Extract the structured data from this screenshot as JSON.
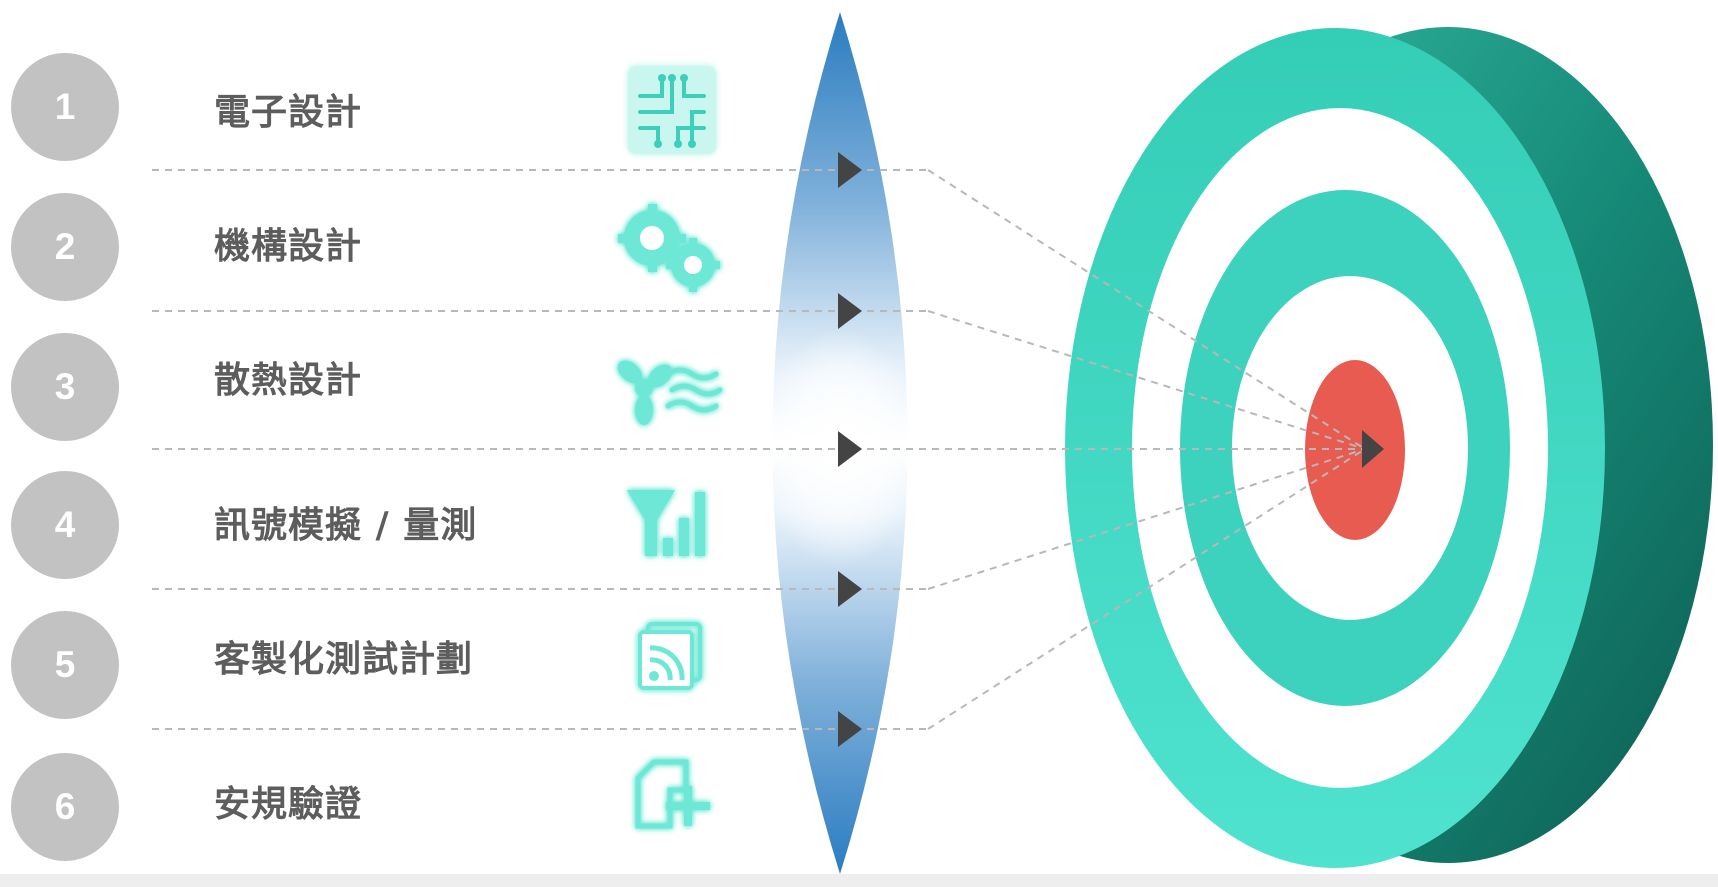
{
  "items": [
    {
      "number": "1",
      "label": "電子設計",
      "icon": "circuit-board-icon"
    },
    {
      "number": "2",
      "label": "機構設計",
      "icon": "gears-icon"
    },
    {
      "number": "3",
      "label": "散熱設計",
      "icon": "fan-airflow-icon"
    },
    {
      "number": "4",
      "label": "訊號模擬 / 量測",
      "icon": "signal-filter-bars-icon"
    },
    {
      "number": "5",
      "label": "客製化測試計劃",
      "icon": "stacked-documents-signal-icon"
    },
    {
      "number": "6",
      "label": "安規驗證",
      "icon": "document-plus-icon"
    }
  ],
  "colors": {
    "number_circle": "#c2c2c2",
    "label_text": "#5d5d5d",
    "icon_glow": "#6ee8d6",
    "lens_blue": "#2f7fc0",
    "target_teal": "#3fd4bf",
    "target_side": "#17806f",
    "bullseye": "#e85b50",
    "arrow": "#444444",
    "dashed_line": "#b8b8b8"
  }
}
